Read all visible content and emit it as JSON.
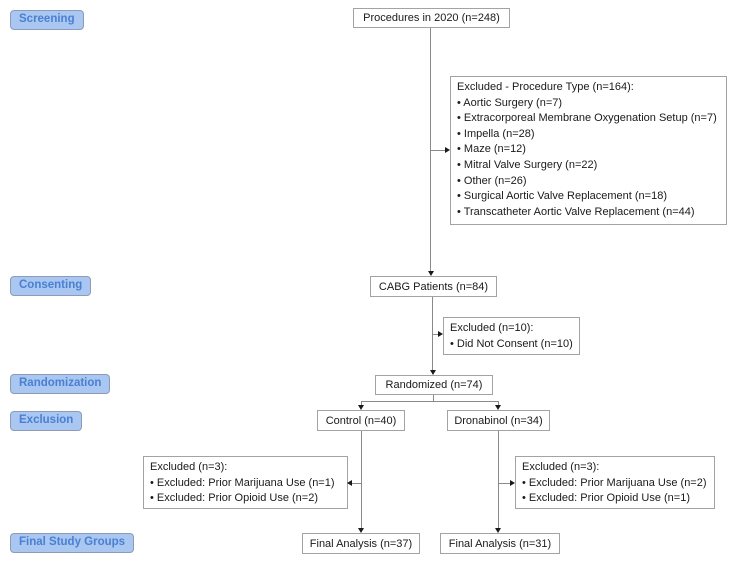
{
  "diagram": {
    "stages": [
      {
        "label": "Screening"
      },
      {
        "label": "Consenting"
      },
      {
        "label": "Randomization"
      },
      {
        "label": "Exclusion"
      },
      {
        "label": "Final Study Groups"
      }
    ],
    "nodes": {
      "procedures": {
        "label": "Procedures in 2020 (n=248)"
      },
      "excluded_procedure_type": {
        "title": "Excluded - Procedure Type (n=164):",
        "items": [
          "• Aortic Surgery (n=7)",
          "• Extracorporeal Membrane Oxygenation Setup (n=7)",
          "• Impella (n=28)",
          "• Maze (n=12)",
          "• Mitral Valve Surgery (n=22)",
          "• Other (n=26)",
          "• Surgical Aortic Valve Replacement (n=18)",
          "• Transcatheter Aortic Valve Replacement (n=44)"
        ]
      },
      "cabg": {
        "label": "CABG Patients (n=84)"
      },
      "excluded_consent": {
        "title": "Excluded (n=10):",
        "items": [
          "• Did Not Consent (n=10)"
        ]
      },
      "randomized": {
        "label": "Randomized (n=74)"
      },
      "control": {
        "label": "Control (n=40)"
      },
      "dronabinol": {
        "label": "Dronabinol (n=34)"
      },
      "excluded_control": {
        "title": "Excluded (n=3):",
        "items": [
          "• Excluded: Prior Marijuana Use (n=1)",
          "• Excluded: Prior Opioid Use (n=2)"
        ]
      },
      "excluded_dronabinol": {
        "title": "Excluded (n=3):",
        "items": [
          "• Excluded: Prior Marijuana Use (n=2)",
          "• Excluded: Prior Opioid Use (n=1)"
        ]
      },
      "final_control": {
        "label": "Final Analysis (n=37)"
      },
      "final_dronabinol": {
        "label": "Final Analysis (n=31)"
      }
    },
    "colors": {
      "stage_bg": "#a9c7f0",
      "stage_text": "#4a7fd2",
      "stage_border": "#8c9cb8",
      "box_border": "#a3a3a3",
      "line": "#8a8a8a",
      "arrow": "#1a1a1a"
    }
  }
}
